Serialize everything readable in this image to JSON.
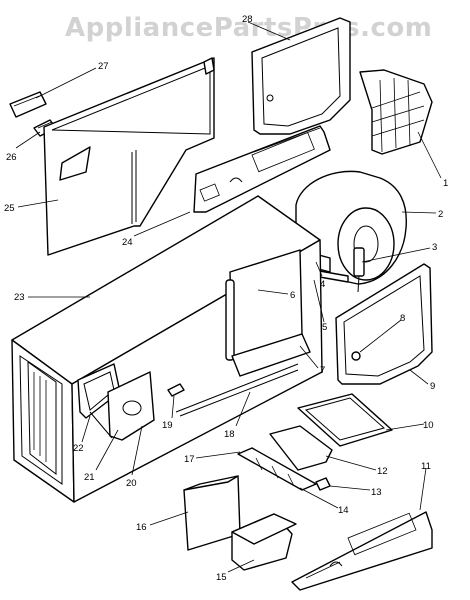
{
  "watermark": "AppliancePartsPros.com",
  "callouts": [
    {
      "id": "c1",
      "label": "1"
    },
    {
      "id": "c2",
      "label": "2"
    },
    {
      "id": "c3",
      "label": "3"
    },
    {
      "id": "c4",
      "label": "4"
    },
    {
      "id": "c5",
      "label": "5"
    },
    {
      "id": "c6",
      "label": "6"
    },
    {
      "id": "c7",
      "label": "7"
    },
    {
      "id": "c8",
      "label": "8"
    },
    {
      "id": "c9",
      "label": "9"
    },
    {
      "id": "c10",
      "label": "10"
    },
    {
      "id": "c11",
      "label": "11"
    },
    {
      "id": "c12",
      "label": "12"
    },
    {
      "id": "c13",
      "label": "13"
    },
    {
      "id": "c14",
      "label": "14"
    },
    {
      "id": "c15",
      "label": "15"
    },
    {
      "id": "c16",
      "label": "16"
    },
    {
      "id": "c17",
      "label": "17"
    },
    {
      "id": "c18",
      "label": "18"
    },
    {
      "id": "c19",
      "label": "19"
    },
    {
      "id": "c20",
      "label": "20"
    },
    {
      "id": "c21",
      "label": "21"
    },
    {
      "id": "c22",
      "label": "22"
    },
    {
      "id": "c23",
      "label": "23"
    },
    {
      "id": "c24",
      "label": "24"
    },
    {
      "id": "c25",
      "label": "25"
    },
    {
      "id": "c26",
      "label": "26"
    },
    {
      "id": "c27",
      "label": "27"
    },
    {
      "id": "c28",
      "label": "28"
    }
  ]
}
